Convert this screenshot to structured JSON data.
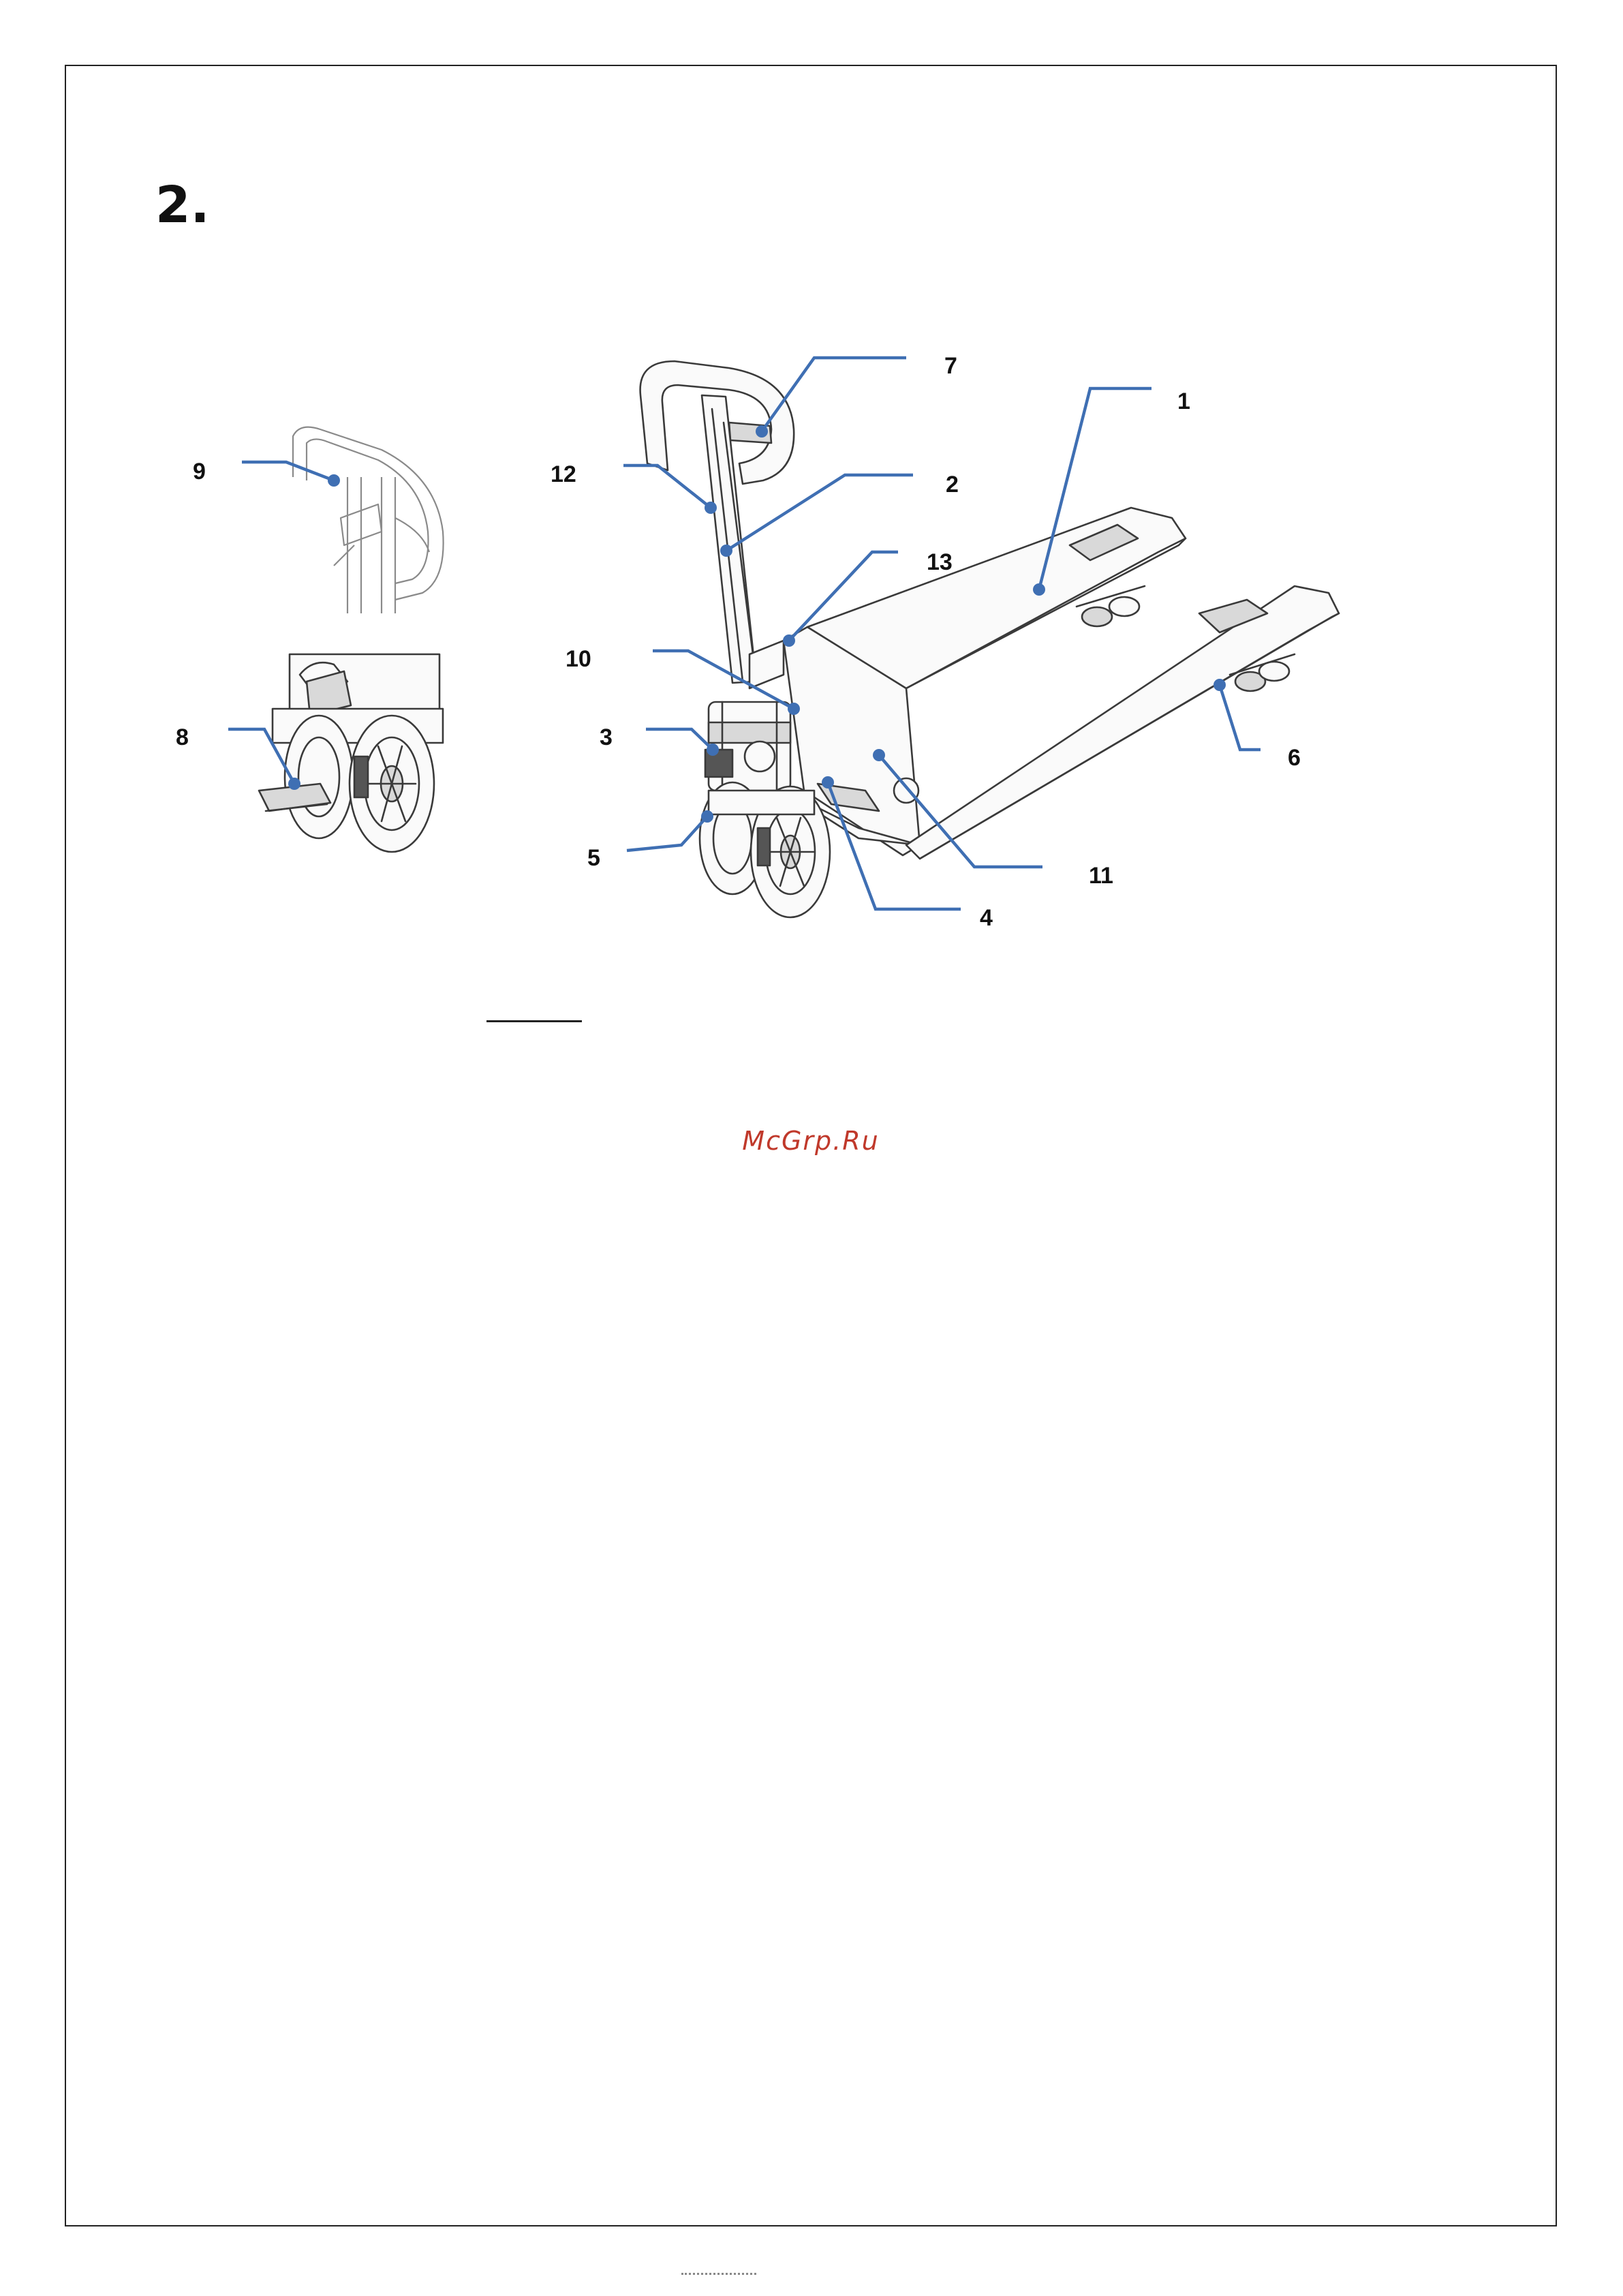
{
  "section": {
    "number": "2."
  },
  "diagram": {
    "callouts": [
      {
        "id": "c1",
        "label": "1"
      },
      {
        "id": "c2",
        "label": "2"
      },
      {
        "id": "c3",
        "label": "3"
      },
      {
        "id": "c4",
        "label": "4"
      },
      {
        "id": "c5",
        "label": "5"
      },
      {
        "id": "c6",
        "label": "6"
      },
      {
        "id": "c7",
        "label": "7"
      },
      {
        "id": "c8",
        "label": "8"
      },
      {
        "id": "c9",
        "label": "9"
      },
      {
        "id": "c10",
        "label": "10"
      },
      {
        "id": "c11",
        "label": "11"
      },
      {
        "id": "c12",
        "label": "12"
      },
      {
        "id": "c13",
        "label": "13"
      }
    ],
    "colors": {
      "leader": "#3f6fb3",
      "ink": "#3a3a3a"
    }
  },
  "watermark": {
    "text": "McGrp.Ru",
    "color": "#c0392b"
  }
}
